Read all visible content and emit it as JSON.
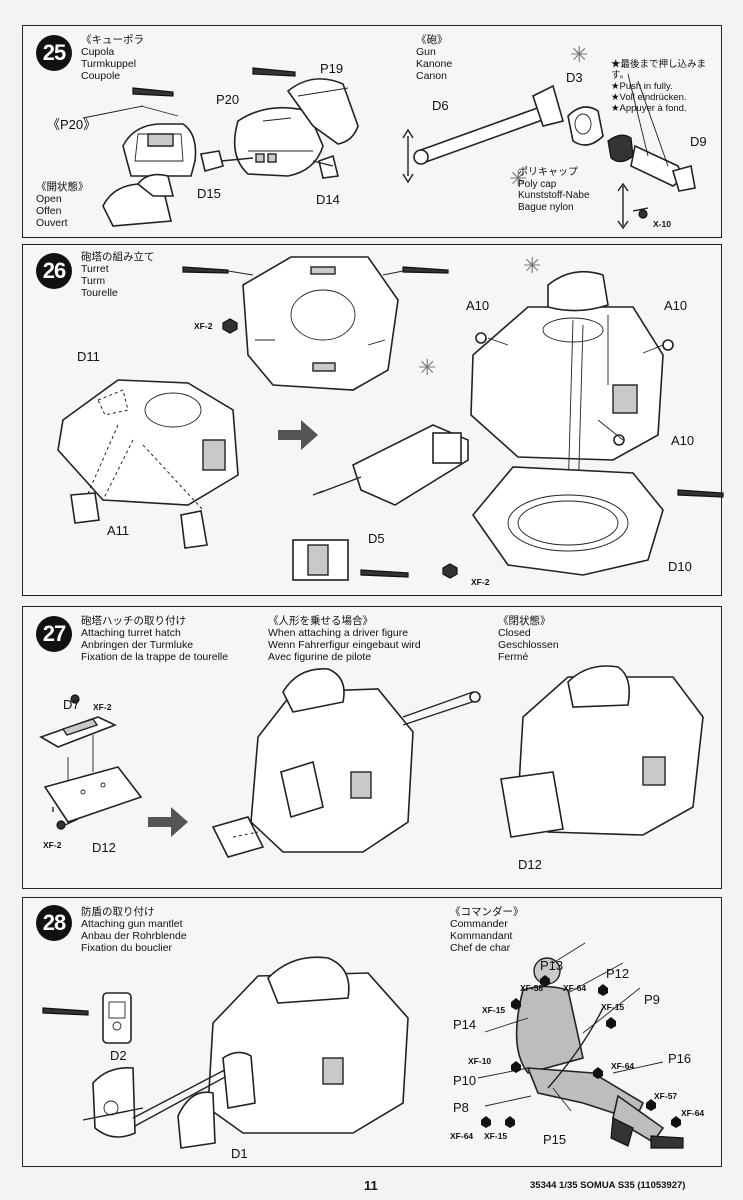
{
  "steps": {
    "s25": {
      "number": "25",
      "title": [
        "《キューポラ",
        "Cupola",
        "Turmkuppel",
        "Coupole"
      ],
      "sub_p20": "《P20》",
      "sub_open": [
        "《開状態》",
        "Open",
        "Offen",
        "Ouvert"
      ],
      "gun_title": [
        "《砲》",
        "Gun",
        "Kanone",
        "Canon"
      ],
      "push_note": [
        "★最後まで押し込みます。",
        "★Push in fully.",
        "★Voll eindrücken.",
        "★Appuyer à fond."
      ],
      "polycap": [
        "ポリキャップ",
        "Poly cap",
        "Kunststoff-Nabe",
        "Bague nylon"
      ],
      "parts": {
        "p19": "P19",
        "p20": "P20",
        "d15": "D15",
        "d14": "D14",
        "d3": "D3",
        "d6": "D6",
        "d9": "D9",
        "x10": "X-10"
      }
    },
    "s26": {
      "number": "26",
      "title": [
        "砲塔の組み立て",
        "Turret",
        "Turm",
        "Tourelle"
      ],
      "parts": {
        "xf2a": "XF-2",
        "d11": "D11",
        "a11": "A11",
        "a10a": "A10",
        "a10b": "A10",
        "a10c": "A10",
        "d5": "D5",
        "d10": "D10",
        "xf2b": "XF-2"
      }
    },
    "s27": {
      "number": "27",
      "title": [
        "砲塔ハッチの取り付け",
        "Attaching turret hatch",
        "Anbringen der Turmluke",
        "Fixation de la trappe de tourelle"
      ],
      "driver": [
        "《人形を乗せる場合》",
        "When attaching a driver figure",
        "Wenn Fahrerfigur eingebaut wird",
        "Avec figurine de pilote"
      ],
      "closed": [
        "《閉状態》",
        "Closed",
        "Geschlossen",
        "Fermé"
      ],
      "parts": {
        "d7": "D7",
        "xf2a": "XF-2",
        "xf2b": "XF-2",
        "d12a": "D12",
        "d12b": "D12"
      }
    },
    "s28": {
      "number": "28",
      "title": [
        "防盾の取り付け",
        "Attaching gun mantlet",
        "Anbau der Rohrblende",
        "Fixation du bouclier"
      ],
      "commander": [
        "《コマンダー》",
        "Commander",
        "Kommandant",
        "Chef de char"
      ],
      "parts": {
        "d2": "D2",
        "d1": "D1",
        "p13": "P13",
        "p12": "P12",
        "p9": "P9",
        "p14": "P14",
        "p16": "P16",
        "p10": "P10",
        "p8": "P8",
        "p15": "P15",
        "xf58": "XF-58",
        "xf64a": "XF-64",
        "xf15a": "XF-15",
        "xf15b": "XF-15",
        "xf10": "XF-10",
        "xf64b": "XF-64",
        "xf57": "XF-57",
        "xf64c": "XF-64",
        "xf64d": "XF-64",
        "xf15c": "XF-15"
      }
    }
  },
  "footer": {
    "page": "11",
    "code": "35344  1/35 SOMUA S35 (11053927)"
  }
}
